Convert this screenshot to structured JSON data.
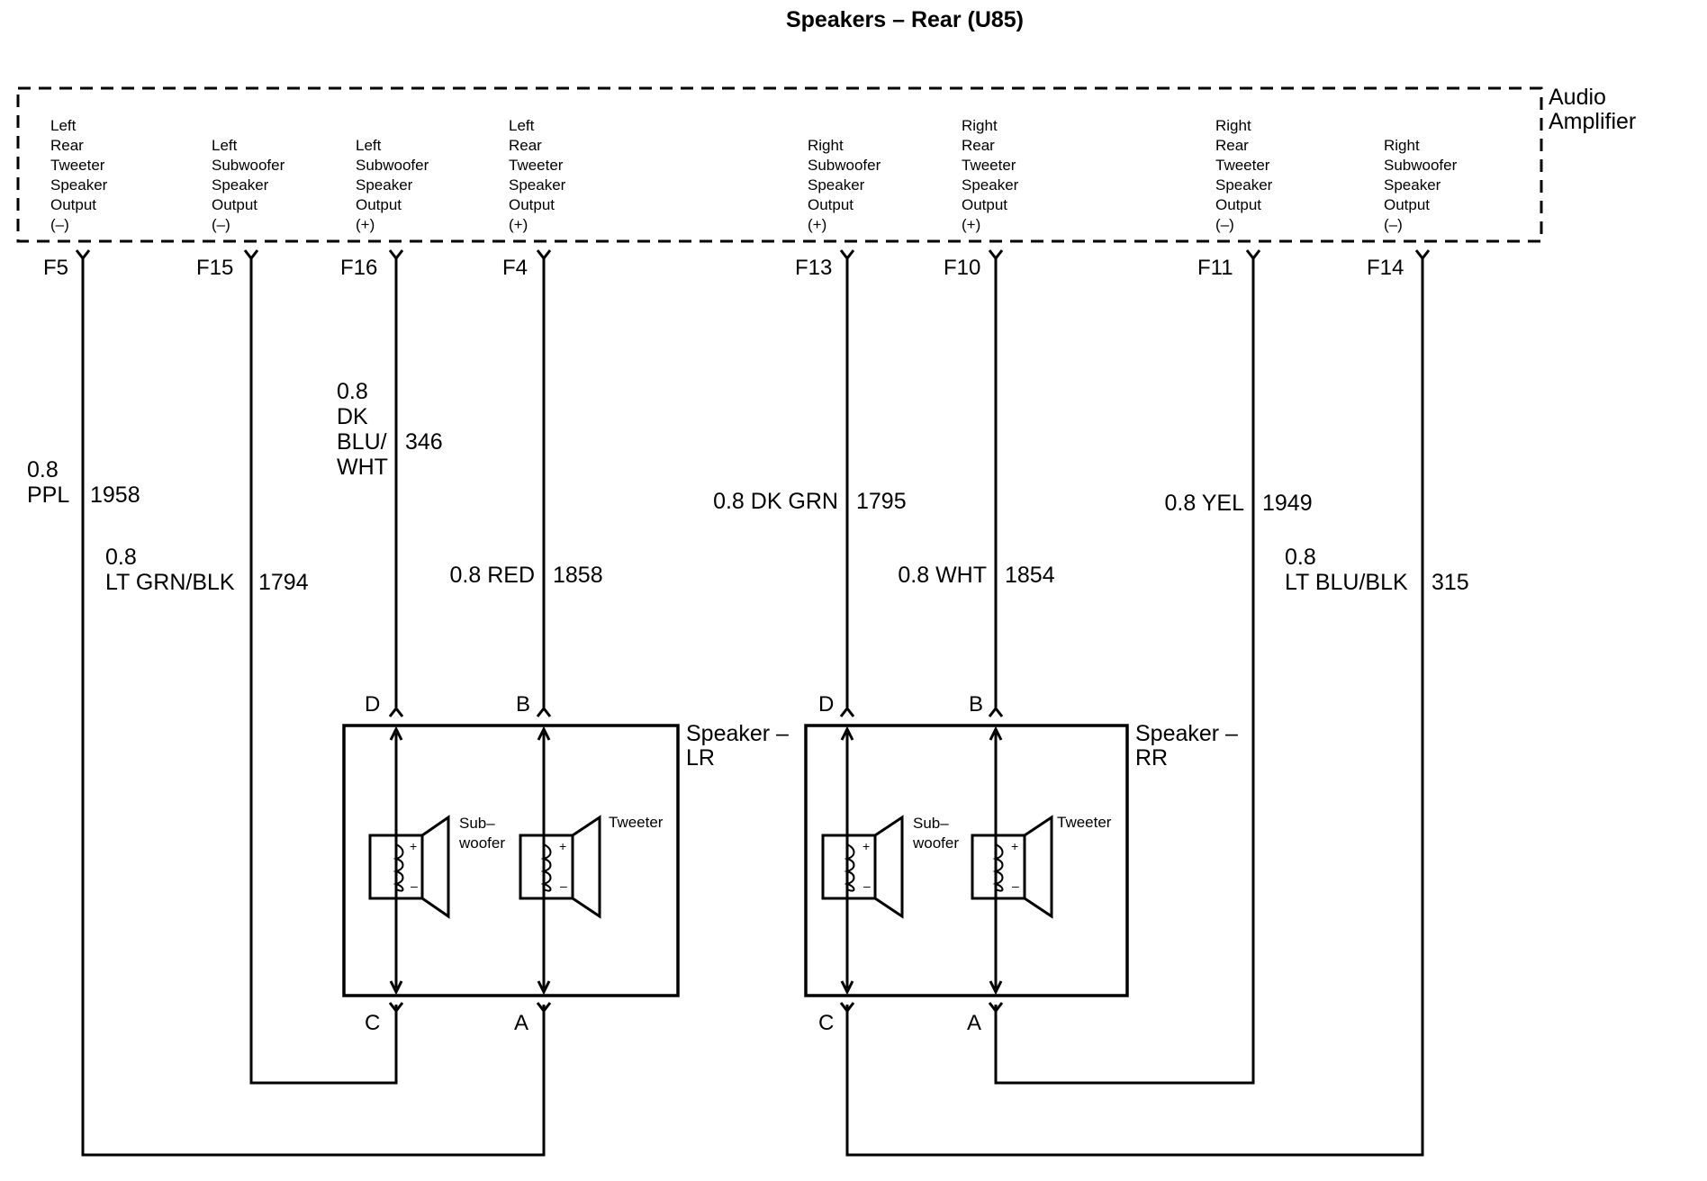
{
  "title": "Speakers – Rear (U85)",
  "amplifier": {
    "label_lines": [
      "Audio",
      "Amplifier"
    ],
    "outputs": [
      {
        "id": "f5",
        "pin": "F5",
        "lines": [
          "Left",
          "Rear",
          "Tweeter",
          "Speaker",
          "Output",
          "(–)"
        ]
      },
      {
        "id": "f15",
        "pin": "F15",
        "lines": [
          "Left",
          "Subwoofer",
          "Speaker",
          "Output",
          "(–)"
        ]
      },
      {
        "id": "f16",
        "pin": "F16",
        "lines": [
          "Left",
          "Subwoofer",
          "Speaker",
          "Output",
          "(+)"
        ]
      },
      {
        "id": "f4",
        "pin": "F4",
        "lines": [
          "Left",
          "Rear",
          "Tweeter",
          "Speaker",
          "Output",
          "(+)"
        ]
      },
      {
        "id": "f13",
        "pin": "F13",
        "lines": [
          "Right",
          "Subwoofer",
          "Speaker",
          "Output",
          "(+)"
        ]
      },
      {
        "id": "f10",
        "pin": "F10",
        "lines": [
          "Right",
          "Rear",
          "Tweeter",
          "Speaker",
          "Output",
          "(+)"
        ]
      },
      {
        "id": "f11",
        "pin": "F11",
        "lines": [
          "Right",
          "Rear",
          "Tweeter",
          "Speaker",
          "Output",
          "(–)"
        ]
      },
      {
        "id": "f14",
        "pin": "F14",
        "lines": [
          "Right",
          "Subwoofer",
          "Speaker",
          "Output",
          "(–)"
        ]
      }
    ]
  },
  "wires": [
    {
      "id": "f5",
      "spec_lines": [
        "0.8",
        "PPL"
      ],
      "circuit": "1958"
    },
    {
      "id": "f15",
      "spec_lines": [
        "0.8",
        "LT GRN/BLK"
      ],
      "circuit": "1794"
    },
    {
      "id": "f16",
      "spec_lines": [
        "0.8",
        "DK",
        "BLU/",
        "WHT"
      ],
      "circuit": "346"
    },
    {
      "id": "f4",
      "spec_lines": [
        "0.8 RED"
      ],
      "circuit": "1858"
    },
    {
      "id": "f13",
      "spec_lines": [
        "0.8 DK GRN"
      ],
      "circuit": "1795"
    },
    {
      "id": "f10",
      "spec_lines": [
        "0.8 WHT"
      ],
      "circuit": "1854"
    },
    {
      "id": "f11",
      "spec_lines": [
        "0.8 YEL"
      ],
      "circuit": "1949"
    },
    {
      "id": "f14",
      "spec_lines": [
        "0.8",
        "LT BLU/BLK"
      ],
      "circuit": "315"
    }
  ],
  "speakers": [
    {
      "id": "lr",
      "label_lines": [
        "Speaker –",
        "LR"
      ],
      "top_pins": [
        "D",
        "B"
      ],
      "bottom_pins": [
        "C",
        "A"
      ],
      "elements": [
        {
          "label_lines": [
            "Sub–",
            "woofer"
          ],
          "plus": "+",
          "minus": "–"
        },
        {
          "label_lines": [
            "Tweeter"
          ],
          "plus": "+",
          "minus": "–"
        }
      ]
    },
    {
      "id": "rr",
      "label_lines": [
        "Speaker –",
        "RR"
      ],
      "top_pins": [
        "D",
        "B"
      ],
      "bottom_pins": [
        "C",
        "A"
      ],
      "elements": [
        {
          "label_lines": [
            "Sub–",
            "woofer"
          ],
          "plus": "+",
          "minus": "–"
        },
        {
          "label_lines": [
            "Tweeter"
          ],
          "plus": "+",
          "minus": "–"
        }
      ]
    }
  ]
}
